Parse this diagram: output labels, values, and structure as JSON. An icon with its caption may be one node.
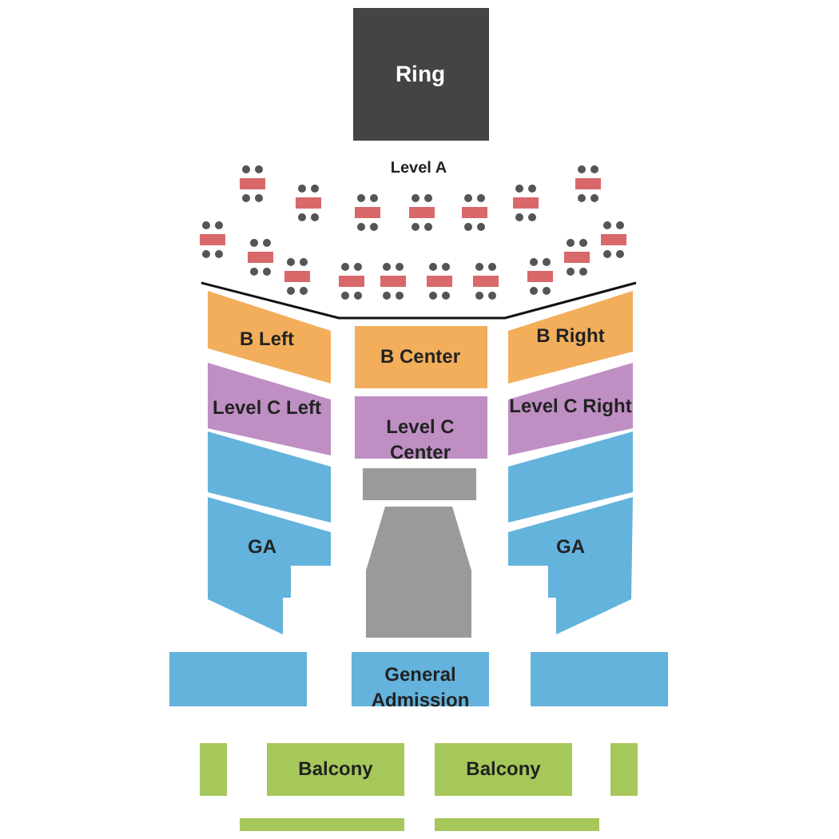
{
  "diagram": {
    "nodes": [
      {
        "text": [
          "Ring"
        ]
      },
      {
        "text": [
          "B Left"
        ]
      },
      {
        "text": [
          "B Center"
        ]
      },
      {
        "text": [
          "B Right"
        ]
      },
      {
        "text": [
          "Level C Left"
        ]
      },
      {
        "text": [
          "Level C Center"
        ]
      },
      {
        "text": [
          "Level C Right"
        ]
      },
      {
        "text": [],
        "shape": "box"
      },
      {
        "text": [],
        "shape": "box"
      },
      {
        "text": [],
        "shape": "box"
      },
      {
        "text": [
          "GA"
        ]
      },
      {
        "text": [],
        "shape": "box"
      },
      {
        "text": [
          "GA"
        ]
      },
      {
        "text": [],
        "shape": "box"
      },
      {
        "text": [
          "General Admission"
        ]
      },
      {
        "text": [],
        "shape": "box"
      },
      {
        "text": [],
        "shape": "box"
      },
      {
        "text": [
          "Balcony"
        ]
      },
      {
        "text": [
          "Balcony"
        ]
      },
      {
        "text": [],
        "shape": "box"
      },
      {
        "text": [],
        "shape": "box"
      },
      {
        "text": [],
        "shape": "box"
      }
    ],
    "labels": [
      "Level A"
    ]
  }
}
